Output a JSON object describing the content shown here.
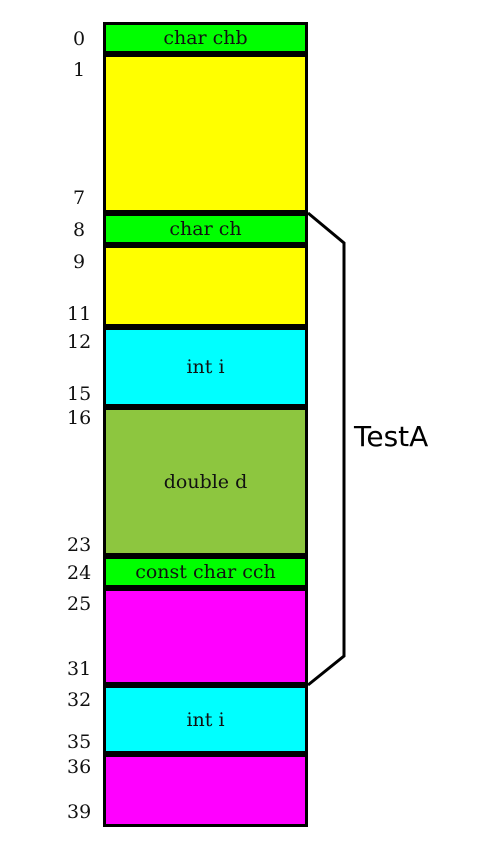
{
  "colors": {
    "green": "#00ff00",
    "yellow": "#ffff00",
    "cyan": "#00ffff",
    "olive": "#8dc63f",
    "magenta": "#ff00ff",
    "border": "#000000"
  },
  "offsets": {
    "o0": "0",
    "o1": "1",
    "o7": "7",
    "o8": "8",
    "o9": "9",
    "o11": "11",
    "o12": "12",
    "o15": "15",
    "o16": "16",
    "o23": "23",
    "o24": "24",
    "o25": "25",
    "o31": "31",
    "o32": "32",
    "o35": "35",
    "o36": "36",
    "o39": "39"
  },
  "blocks": {
    "chb": "char chb",
    "ch": "char ch",
    "int_i_1": "int i",
    "double_d": "double d",
    "cch": "const char cch",
    "int_i_2": "int i"
  },
  "struct_label": "TestA"
}
